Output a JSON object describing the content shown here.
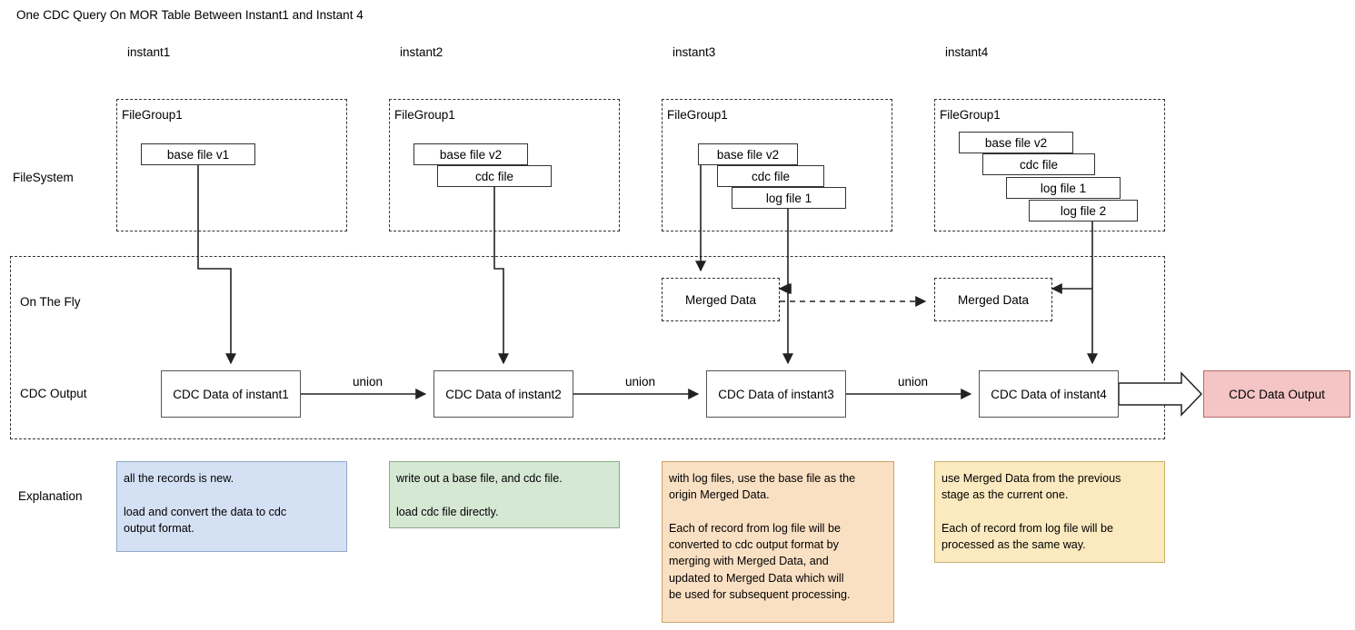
{
  "title": "One CDC Query On MOR Table Between Instant1 and Instant 4",
  "instants": [
    {
      "label": "instant1"
    },
    {
      "label": "instant2"
    },
    {
      "label": "instant3"
    },
    {
      "label": "instant4"
    }
  ],
  "row_labels": {
    "filesystem": "FileSystem",
    "on_the_fly": "On The Fly",
    "cdc_output": "CDC Output",
    "explanation": "Explanation"
  },
  "filegroups": [
    {
      "title": "FileGroup1",
      "files": [
        "base file v1"
      ]
    },
    {
      "title": "FileGroup1",
      "files": [
        "base file v2",
        "cdc file"
      ]
    },
    {
      "title": "FileGroup1",
      "files": [
        "base file v2",
        "cdc file",
        "log file 1"
      ]
    },
    {
      "title": "FileGroup1",
      "files": [
        "base file v2",
        "cdc file",
        "log file 1",
        "log file 2"
      ]
    }
  ],
  "merged_data": [
    {
      "label": "Merged Data"
    },
    {
      "label": "Merged Data"
    }
  ],
  "cdc_boxes": [
    {
      "label": "CDC Data of instant1"
    },
    {
      "label": "CDC Data of instant2"
    },
    {
      "label": "CDC Data of instant3"
    },
    {
      "label": "CDC Data of instant4"
    }
  ],
  "union_labels": [
    "union",
    "union",
    "union"
  ],
  "output": {
    "label": "CDC Data Output"
  },
  "explanations": [
    {
      "text": "all the records is new.\n\nload and convert the data to cdc\noutput format.",
      "fill": "#d4e1f5",
      "border": "#8fa8c8"
    },
    {
      "text": "write out a base file, and cdc file.\n\nload cdc file directly.",
      "fill": "#d5e8d4",
      "border": "#8bab84"
    },
    {
      "text": "with log files, use the base file as the\norigin Merged Data.\n\nEach of record from log file will be\nconverted to cdc output format by\nmerging with Merged Data, and\nupdated to Merged Data which will\nbe used for subsequent processing.",
      "fill": "#fae0c3",
      "border": "#c9a36a"
    },
    {
      "text": "use Merged Data from the previous\nstage as the current one.\n\nEach of record from log file will be\nprocessed as the same way.",
      "fill": "#fbe9bf",
      "border": "#c9b06a"
    }
  ],
  "colors": {
    "output_fill": "#f5c4c4",
    "output_border": "#b06a6a",
    "line": "#222222",
    "dashed": "#333333"
  }
}
